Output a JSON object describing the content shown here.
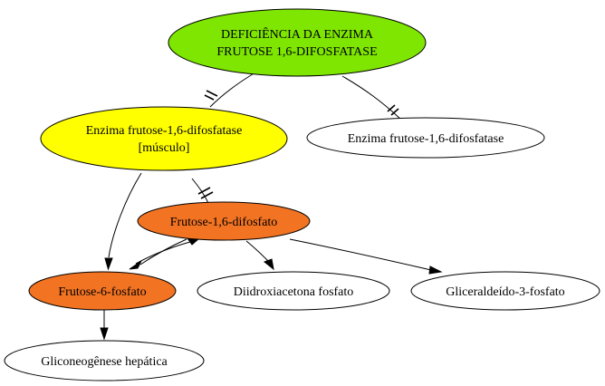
{
  "colors": {
    "green": "#7ee600",
    "yellow": "#ffff00",
    "orange": "#f27322",
    "white": "#ffffff",
    "stroke": "#000000"
  },
  "nodes": {
    "deficiencia": {
      "line1": "DEFICIÊNCIA DA ENZIMA",
      "line2": "FRUTOSE 1,6-DIFOSFATASE"
    },
    "enzima_musculo": {
      "line1": "Enzima frutose-1,6-difosfatase",
      "line2": "[músculo]"
    },
    "enzima": {
      "label": "Enzima frutose-1,6-difosfatase"
    },
    "frutose16": {
      "label": "Frutose-1,6-difosfato"
    },
    "frutose6": {
      "label": "Frutose-6-fosfato"
    },
    "diidroxi": {
      "label": "Diidroxiacetona fosfato"
    },
    "gliceraldeido": {
      "label": "Gliceraldeído-3-fosfato"
    },
    "gliconeogenese": {
      "label": "Gliconeogênese hepática"
    }
  }
}
